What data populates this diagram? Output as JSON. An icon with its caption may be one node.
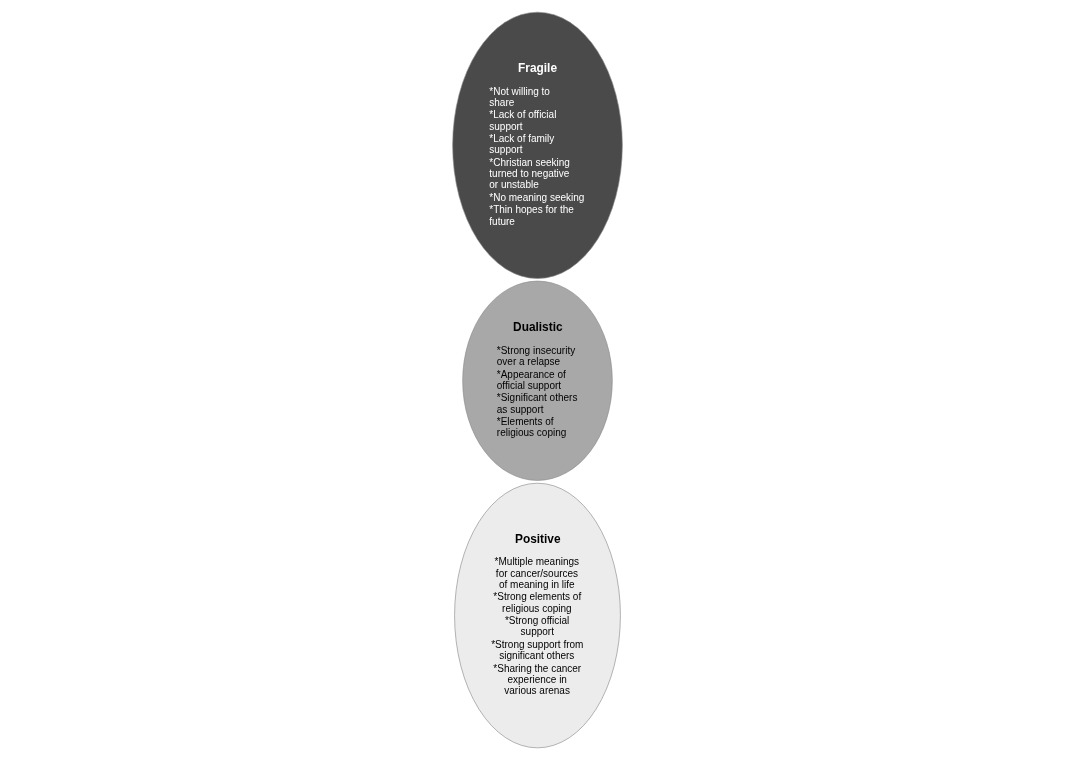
{
  "diagram": {
    "nodes": [
      {
        "text": [
          "Fragile",
          "*Not willing to share",
          "*Lack of official support",
          "*Lack of family support",
          "*Christian seeking turned to negative or unstable",
          "*No meaning seeking",
          "*Thin hopes for the future"
        ]
      },
      {
        "text": [
          "Dualistic",
          "*Strong insecurity over a relapse",
          "*Appearance of official support",
          "*Significant others as support",
          "*Elements of religious coping"
        ]
      },
      {
        "text": [
          "Positive",
          "*Multiple meanings for cancer/sources of meaning in life",
          "*Strong elements of religious coping",
          "*Strong official support",
          "*Strong support from significant others",
          "*Sharing the cancer experience in various arenas"
        ]
      }
    ]
  }
}
